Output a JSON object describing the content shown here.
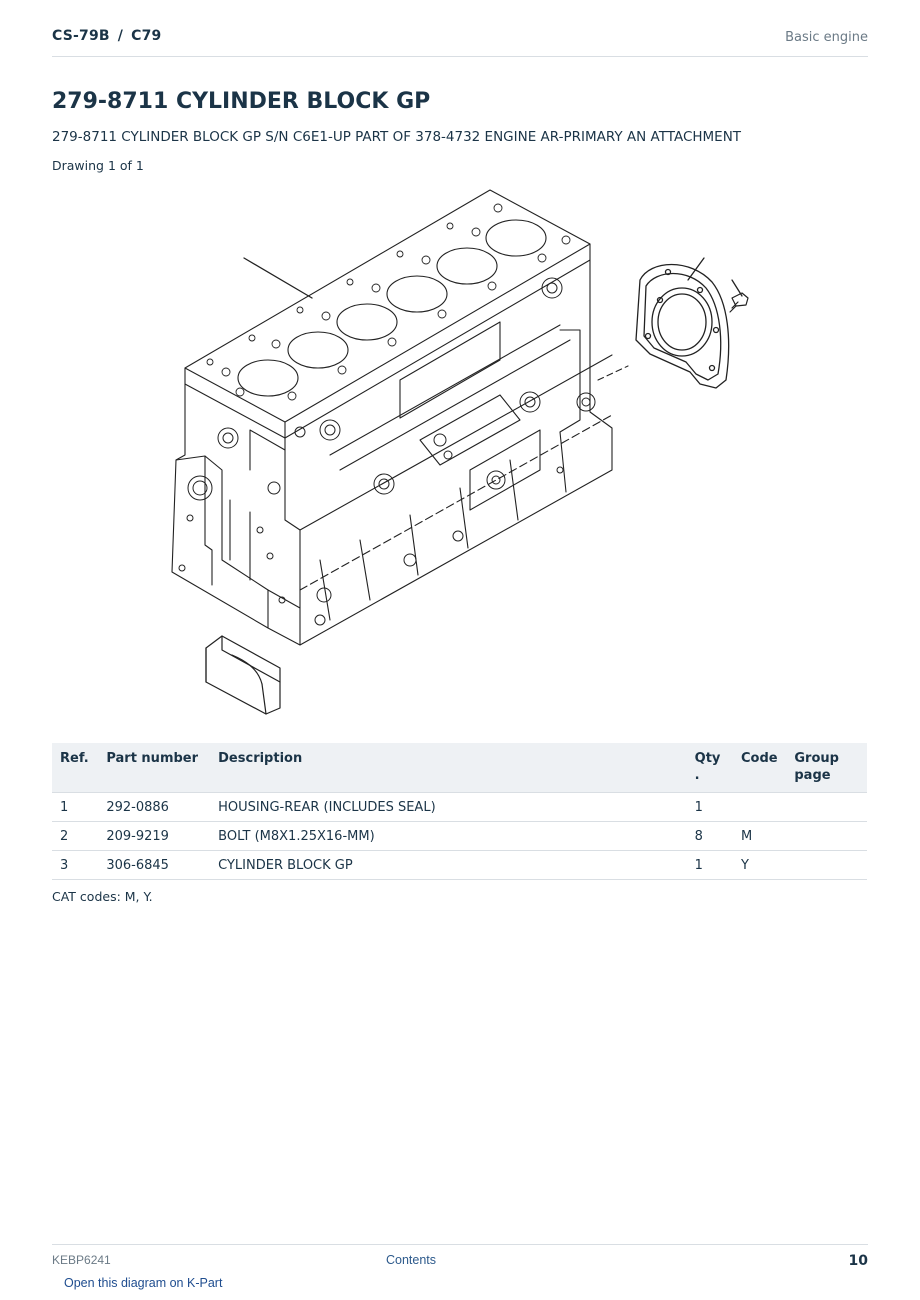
{
  "header": {
    "breadcrumb": [
      "CS-79B",
      "C79"
    ],
    "separator": "/",
    "section": "Basic engine"
  },
  "title": "279-8711 CYLINDER BLOCK GP",
  "subtitle": "279-8711 CYLINDER BLOCK GP S/N C6E1-UP PART OF 378-4732 ENGINE AR-PRIMARY AN ATTACHMENT",
  "drawing_count": "Drawing 1 of 1",
  "parts_table": {
    "columns": [
      "Ref.",
      "Part number",
      "Description",
      "Qty\n.",
      "Code",
      "Group page"
    ],
    "rows": [
      [
        "1",
        "292-0886",
        "HOUSING-REAR (INCLUDES SEAL)",
        "1",
        "",
        ""
      ],
      [
        "2",
        "209-9219",
        "BOLT (M8X1.25X16-MM)",
        "8",
        "M",
        ""
      ],
      [
        "3",
        "306-6845",
        "CYLINDER BLOCK GP",
        "1",
        "Y",
        ""
      ]
    ]
  },
  "cat_codes": "CAT codes: M, Y.",
  "footer": {
    "doc_id": "KEBP6241",
    "contents_link": "Contents",
    "page_number": "10",
    "kpart_link": "Open this diagram on K-Part"
  }
}
